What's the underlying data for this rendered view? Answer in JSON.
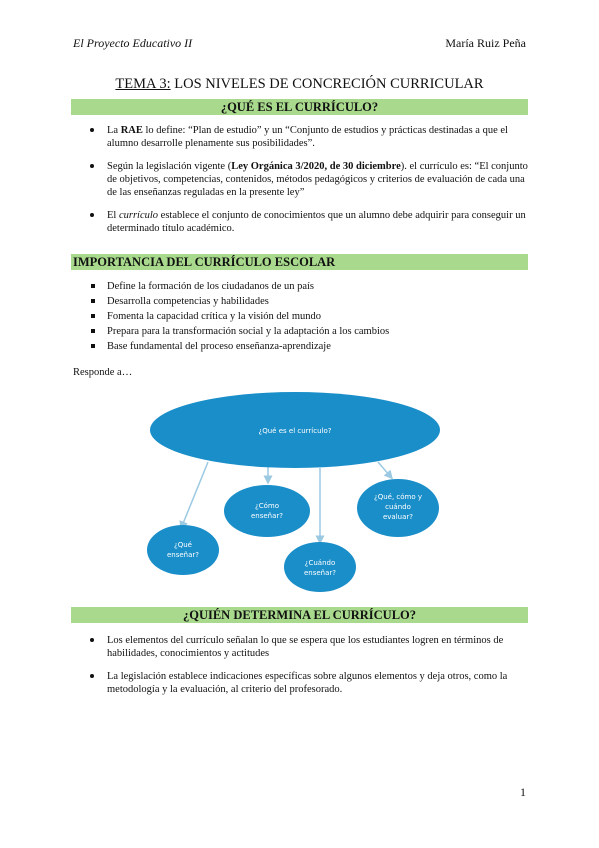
{
  "header": {
    "left": "El Proyecto Educativo II",
    "right": "María Ruiz Peña"
  },
  "title": {
    "number": "TEMA 3:",
    "text": " LOS NIVELES DE CONCRECIÓN CURRICULAR"
  },
  "section1": {
    "heading": "¿QUÉ ES EL CURRÍCULO?",
    "b1": {
      "pre": "La ",
      "bold": "RAE",
      "post": " lo define: “Plan de estudio” y un “Conjunto de estudios y prácticas destinadas a que el alumno desarrolle plenamente sus posibilidades”."
    },
    "b2": {
      "pre": "Según la legislación vigente (",
      "bold": "Ley Orgánica 3/2020, de 30 diciembre",
      "post": ").  el currículo es: “El conjunto de objetivos, competencias, contenidos, métodos pedagógicos y criterios de evaluación de cada una de las enseñanzas reguladas en la presente ley”"
    },
    "b3": {
      "pre": "El ",
      "italic": "currículo",
      "post": " establece el conjunto de conocimientos que un alumno debe adquirir para conseguir un determinado título académico."
    }
  },
  "section2": {
    "heading": "IMPORTANCIA DEL CURRÍCULO ESCOLAR",
    "items": [
      "Define la formación de los ciudadanos de un país",
      "Desarrolla competencias y habilidades",
      "Fomenta la capacidad crítica y la visión del mundo",
      "Prepara para la transformación social y la adaptación a los cambios",
      "Base fundamental del proceso enseñanza-aprendizaje"
    ]
  },
  "respond": "Responde a…",
  "diagram": {
    "center": "¿Qué es el currículo?",
    "n1": [
      "¿Qué",
      "enseñar?"
    ],
    "n2": [
      "¿Cómo",
      "enseñar?"
    ],
    "n3": [
      "¿Cuándo",
      "enseñar?"
    ],
    "n4": [
      "¿Qué, cómo y",
      "cuándo",
      "evaluar?"
    ],
    "color": "#1a8ec9"
  },
  "section3": {
    "heading": "¿QUIÉN DETERMINA EL CURRÍCULO?",
    "items": [
      "Los elementos del currículo señalan lo que se espera que los estudiantes logren en términos de habilidades, conocimientos y actitudes",
      "La legislación establece indicaciones específicas sobre algunos elementos y deja otros, como la metodología y la evaluación, al criterio del profesorado."
    ]
  },
  "page_number": "1"
}
